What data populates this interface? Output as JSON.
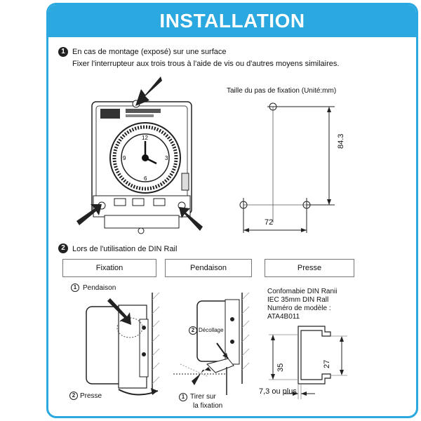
{
  "header": {
    "title": "INSTALLATION"
  },
  "step1": {
    "badge": "1",
    "line1": "En cas de montage (exposé) sur une surface",
    "line2": "Fixer l'interrupteur aux trois trous à l'aide de vis ou d'autres moyens similaires."
  },
  "pitch": {
    "title": "Taille du pas de fixation (Unité:mm)",
    "height_value": "84.3",
    "width_value": "72"
  },
  "step2": {
    "badge": "2",
    "title": "Lors de l'utilisation de DIN Rail"
  },
  "boxes": {
    "fixation": "Fixation",
    "pendaison": "Pendaison",
    "presse": "Presse"
  },
  "fixation_panel": {
    "step_a": "1",
    "label_a": "Pendaison",
    "step_b": "2",
    "label_b": "Presse"
  },
  "pendaison_panel": {
    "step_a": "2",
    "label_a": "Décollage",
    "step_b": "1",
    "label_b1": "Tirer sur",
    "label_b2": "la fixation"
  },
  "presse_panel": {
    "line1": "Confomabie DIN Ranii",
    "line2": "IEC 35mm DIN Rall",
    "line3": "Numéro de modèle :",
    "line4": "ATA4B011",
    "dim_35": "35",
    "dim_27": "27",
    "dim_73": "7,3 ou plus"
  },
  "colors": {
    "accent": "#2aa8df"
  }
}
